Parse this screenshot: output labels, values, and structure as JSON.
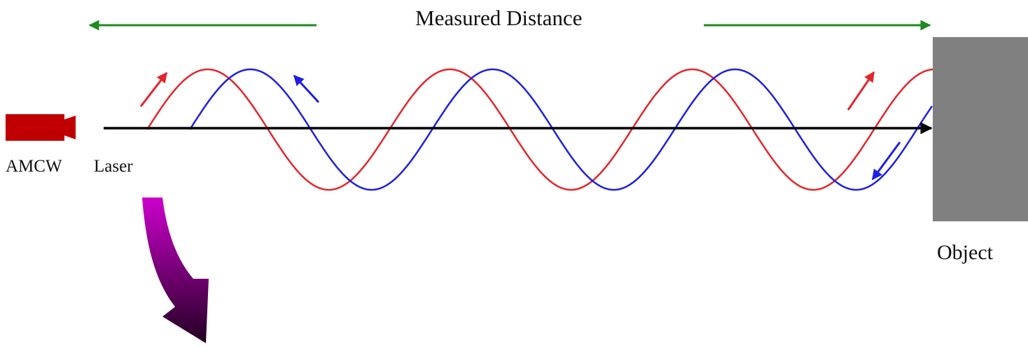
{
  "diagram": {
    "title": "Measured Distance",
    "source_label_part1": "AMCW",
    "source_label_part2": "Laser",
    "target_label": "Object",
    "colors": {
      "measure_arrow": "#1f8a1f",
      "emitted_wave": "#e3262b",
      "reflected_wave": "#1f1fe0",
      "axis": "#000000",
      "laser_body": "#c00000",
      "object": "#808080",
      "output_arrow_top": "#cc00cc",
      "output_arrow_bottom": "#220022"
    },
    "icons": {
      "laser": "laser-emitter-icon",
      "object": "object-block",
      "output": "curved-output-arrow-icon"
    }
  }
}
